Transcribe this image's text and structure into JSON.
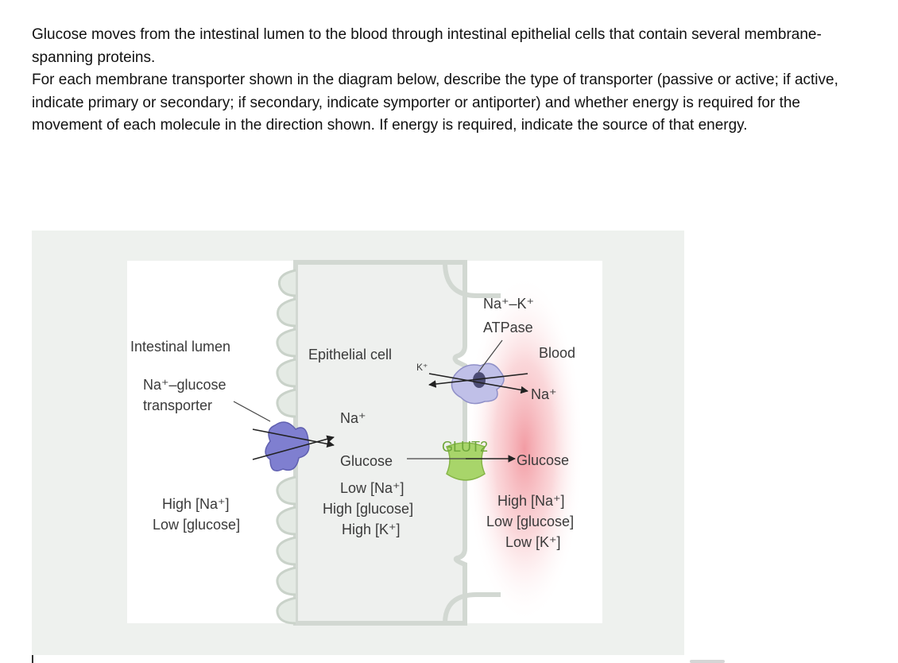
{
  "question": {
    "paragraph1": "Glucose moves from the intestinal lumen to the blood through intestinal epithelial cells that contain several membrane-spanning proteins.",
    "paragraph2": "For each membrane transporter shown in the diagram below, describe the type of transporter (passive or active; if active, indicate primary or secondary; if secondary, indicate symporter or antiporter) and whether energy is required for the movement of each molecule in the direction shown. If energy is required, indicate the source of that energy."
  },
  "diagram": {
    "labels": {
      "intestinal_lumen": "Intestinal lumen",
      "na_glucose_line1": "Na⁺–glucose",
      "na_glucose_line2": "transporter",
      "epithelial_cell": "Epithelial cell",
      "k_ion": "K⁺",
      "na_k_line1": "Na⁺–K⁺",
      "na_k_line2": "ATPase",
      "blood": "Blood",
      "na_right": "Na⁺",
      "na_cell": "Na⁺",
      "glucose_cell": "Glucose",
      "glut2": "GLUT2",
      "glucose_blood": "Glucose",
      "lumen_conc_1": "High [Na⁺]",
      "lumen_conc_2": "Low [glucose]",
      "cell_conc_1": "Low [Na⁺]",
      "cell_conc_2": "High [glucose]",
      "cell_conc_3": "High [K⁺]",
      "blood_conc_1": "High [Na⁺]",
      "blood_conc_2": "Low [glucose]",
      "blood_conc_3": "Low [K⁺]"
    },
    "colors": {
      "panel_bg": "#eef1ee",
      "cell_fill": "#eef0ee",
      "blood_tint": "#f4a0a8",
      "na_glucose_transporter": "#7f7fd0",
      "na_k_atpase": "#c0c0e8",
      "glut2": "#a8d56a",
      "glut2_label": "#6ea63a",
      "microvilli_fill": "#cfd8cf"
    }
  }
}
